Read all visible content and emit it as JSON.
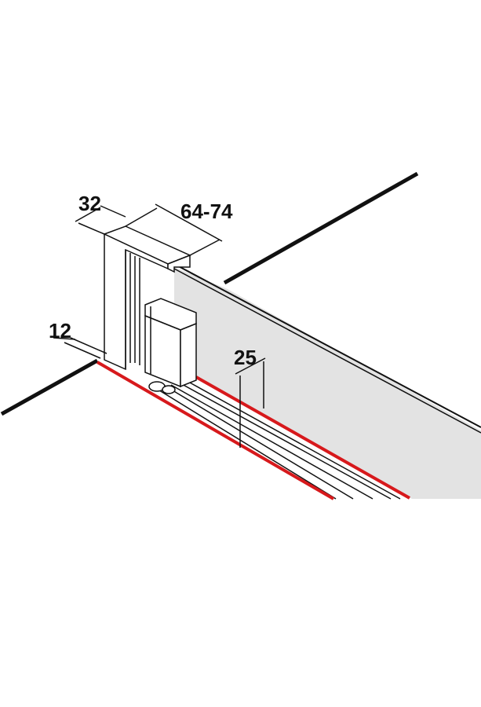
{
  "dimensions": {
    "width_left": "32",
    "depth_range": "64-74",
    "wall_offset": "12",
    "gap": "25"
  },
  "colors": {
    "line": "#111111",
    "seal": "#d7191c",
    "panel": "#e3e3e3"
  }
}
